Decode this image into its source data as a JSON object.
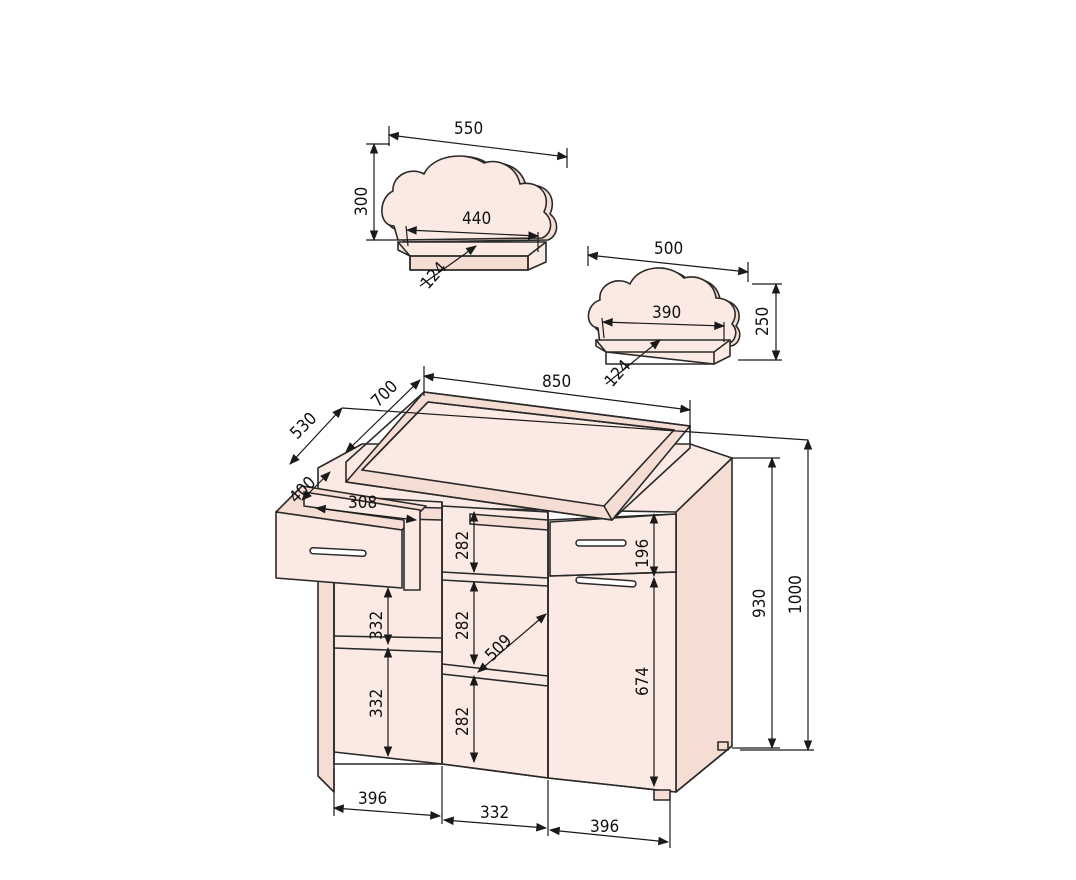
{
  "shelf_large": {
    "width": "550",
    "height": "300",
    "shelf_width": "440",
    "shelf_depth": "124"
  },
  "shelf_small": {
    "width": "500",
    "height": "250",
    "shelf_width": "390",
    "shelf_depth": "124"
  },
  "dresser": {
    "top_width": "850",
    "top_depth": "700",
    "depth": "530",
    "drawer_depth": "400",
    "drawer_width": "308",
    "shelf_height_1": "282",
    "shelf_height_2": "282",
    "shelf_height_3": "282",
    "diagonal": "509",
    "left_height_1": "332",
    "left_height_2": "332",
    "right_drawer_height": "196",
    "right_door_height": "674",
    "body_height": "930",
    "total_height": "1000",
    "bottom_left": "396",
    "bottom_middle": "332",
    "bottom_right": "396"
  },
  "colors": {
    "fill": "#fbeae3",
    "line": "#2a2a2a"
  }
}
